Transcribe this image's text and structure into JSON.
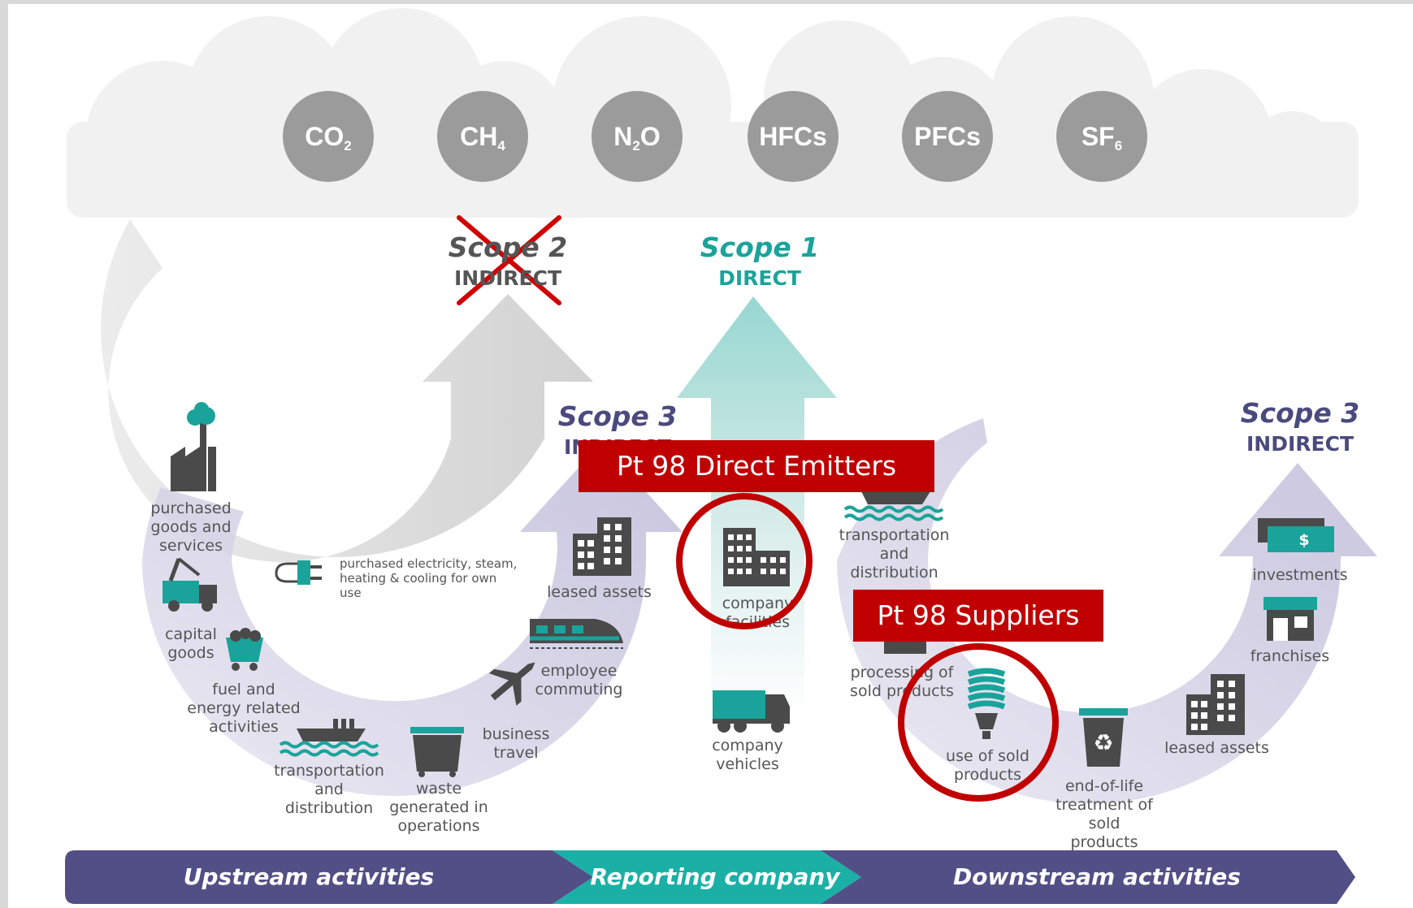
{
  "gases": [
    {
      "base": "CO",
      "sub": "2",
      "tail": ""
    },
    {
      "base": "CH",
      "sub": "4",
      "tail": ""
    },
    {
      "base": "N",
      "sub": "2",
      "tail": "O"
    },
    {
      "base": "HFCs",
      "sub": "",
      "tail": ""
    },
    {
      "base": "PFCs",
      "sub": "",
      "tail": ""
    },
    {
      "base": "SF",
      "sub": "6",
      "tail": ""
    }
  ],
  "scope2": {
    "title": "Scope 2",
    "subtitle": "INDIRECT"
  },
  "scope1": {
    "title": "Scope 1",
    "subtitle": "DIRECT"
  },
  "scope3_upstream": {
    "title": "Scope 3",
    "subtitle": "INDIRECT"
  },
  "scope3_downstream": {
    "title": "Scope 3",
    "subtitle": "INDIRECT"
  },
  "callouts": {
    "direct_emitters": "Pt 98 Direct Emitters",
    "suppliers": "Pt 98 Suppliers"
  },
  "upstream": {
    "purchased_goods": "purchased goods and services",
    "capital_goods": "capital goods",
    "fuel_energy": "fuel and energy related activities",
    "transportation": "transportation and distribution",
    "waste": "waste generated in operations",
    "business_travel": "business travel",
    "employee_commuting": "employee commuting",
    "leased_assets": "leased assets",
    "electricity": "purchased electricity, steam, heating & cooling for own use"
  },
  "direct": {
    "facilities": "company facilities",
    "vehicles": "company vehicles"
  },
  "downstream": {
    "transportation": "transportation and distribution",
    "processing": "processing of sold products",
    "use_of_sold": "use of sold products",
    "end_of_life": "end-of-life treatment of sold products",
    "leased_assets": "leased assets",
    "franchises": "franchises",
    "investments": "investments",
    "dollar_sign": "$"
  },
  "bar": {
    "upstream": "Upstream activities",
    "reporting": "Reporting company",
    "downstream": "Downstream activities"
  },
  "colors": {
    "scope1_teal": "#1aa39a",
    "scope3_navy": "#4b4a7e",
    "callout_red": "#c00000",
    "gas_gray": "#9b9b9b",
    "bar_purple": "#524f86",
    "bar_teal": "#1ab0a6"
  }
}
